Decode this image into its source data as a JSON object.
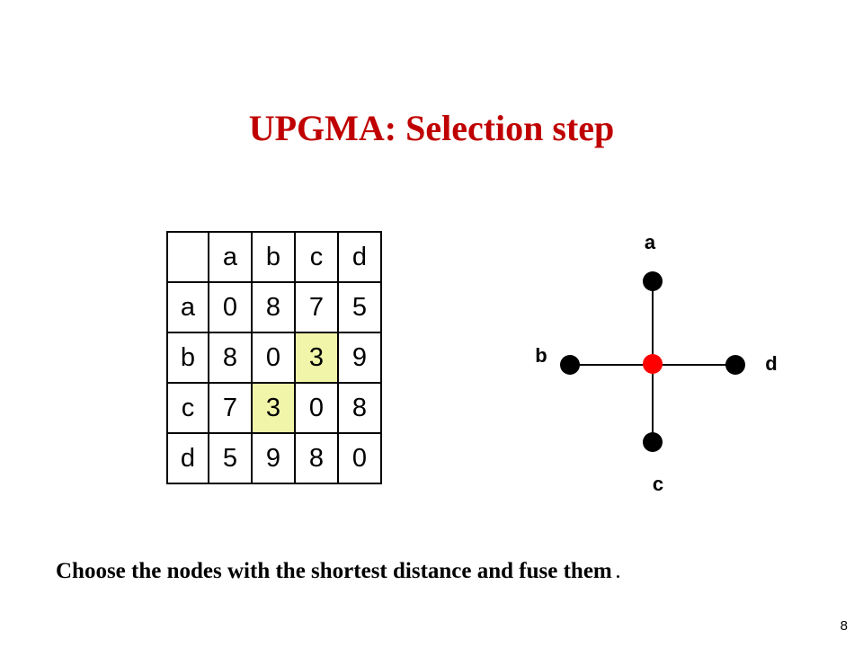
{
  "slide": {
    "title": "UPGMA: Selection step",
    "footer": "Choose the nodes with the shortest distance and fuse them",
    "page_number": "8"
  },
  "matrix": {
    "header": [
      "",
      "a",
      "b",
      "c",
      "d"
    ],
    "rows": [
      {
        "label": "a",
        "values": [
          "0",
          "8",
          "7",
          "5"
        ]
      },
      {
        "label": "b",
        "values": [
          "8",
          "0",
          "3",
          "9"
        ]
      },
      {
        "label": "c",
        "values": [
          "7",
          "3",
          "0",
          "8"
        ]
      },
      {
        "label": "d",
        "values": [
          "5",
          "9",
          "8",
          "0"
        ]
      }
    ],
    "highlight_color": "#f0f5a9"
  },
  "tree": {
    "labels": {
      "a": "a",
      "b": "b",
      "c": "c",
      "d": "d"
    },
    "center_node_color": "#ff0000",
    "leaf_node_color": "#000000"
  },
  "colors": {
    "title": "#c00000",
    "text": "#000000"
  }
}
